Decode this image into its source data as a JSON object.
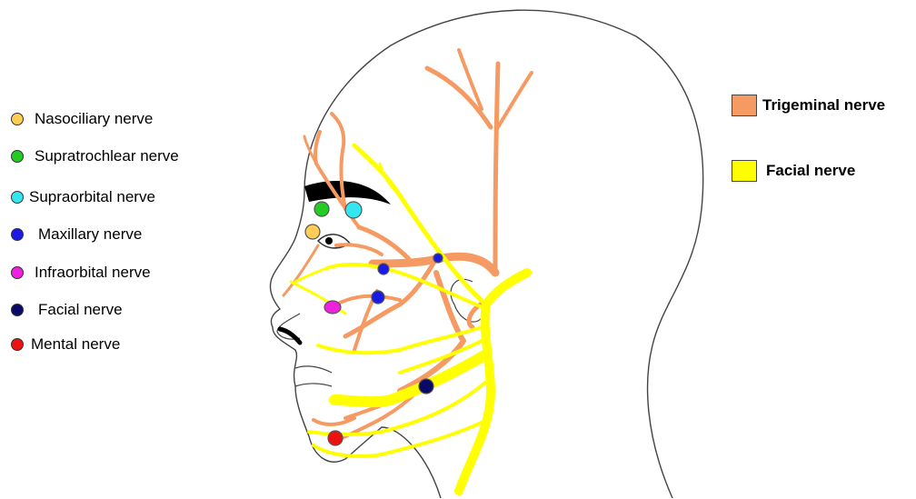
{
  "legend_points": [
    {
      "label": "Nasociliary nerve",
      "color": "#FFCC55"
    },
    {
      "label": "Supratrochlear nerve",
      "color": "#22CC22"
    },
    {
      "label": "Supraorbital nerve",
      "color": "#33E6F0"
    },
    {
      "label": "Maxillary nerve",
      "color": "#1A1AE6"
    },
    {
      "label": "Infraorbital nerve",
      "color": "#EE22DD"
    },
    {
      "label": "Facial nerve",
      "color": "#0A0A66"
    },
    {
      "label": "Mental nerve",
      "color": "#EE1111"
    }
  ],
  "legend_nerves": [
    {
      "label": "Trigeminal nerve",
      "color": "#F59A62"
    },
    {
      "label": "Facial nerve",
      "color": "#FFFF00"
    }
  ]
}
